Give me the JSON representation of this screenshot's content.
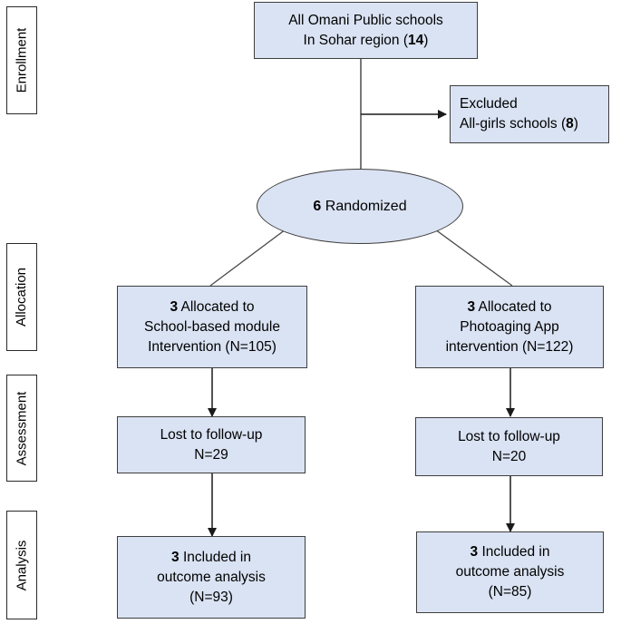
{
  "stages": {
    "enrollment": "Enrollment",
    "allocation": "Allocation",
    "assessment": "Assessment",
    "analysis": "Analysis"
  },
  "enrollment_box": {
    "line1": "All Omani Public schools",
    "line2_prefix": "In Sohar region (",
    "line2_number": "14",
    "line2_suffix": ")"
  },
  "excluded_box": {
    "line1": "Excluded",
    "line2_prefix": "All-girls schools (",
    "line2_number": "8",
    "line2_suffix": ")"
  },
  "randomized": {
    "number": "6",
    "label": " Randomized"
  },
  "allocation_left": {
    "number": "3",
    "line1_rest": " Allocated to",
    "line2": "School-based module",
    "line3": "Intervention (N=105)"
  },
  "allocation_right": {
    "number": "3",
    "line1_rest": " Allocated to",
    "line2": "Photoaging App",
    "line3": "intervention (N=122)"
  },
  "lost_left": {
    "line1": "Lost to follow-up",
    "line2": "N=29"
  },
  "lost_right": {
    "line1": "Lost to follow-up",
    "line2": "N=20"
  },
  "analysis_left": {
    "number": "3",
    "line1_rest": " Included in",
    "line2": "outcome analysis",
    "line3": "(N=93)"
  },
  "analysis_right": {
    "number": "3",
    "line1_rest": " Included in",
    "line2": "outcome analysis",
    "line3": "(N=85)"
  },
  "colors": {
    "box_fill": "#dae3f3",
    "border": "#3e3e3e",
    "connector": "#4a4a4a"
  }
}
